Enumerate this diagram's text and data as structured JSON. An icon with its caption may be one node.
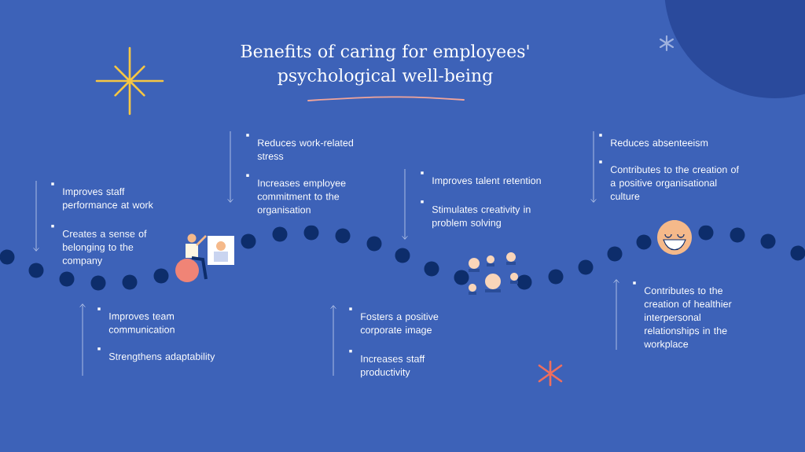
{
  "diagram": {
    "title": "Benefits of caring for employees' psychological well-being",
    "nodes": [
      {
        "text": [
          "Improves staff performance at work",
          "Creates a sense of belonging to the company"
        ]
      },
      {
        "text": [
          "Improves team communication",
          "Strengthens adaptability"
        ]
      },
      {
        "text": [
          "Reduces work-related stress",
          "Increases employee commitment to the organisation"
        ]
      },
      {
        "text": [
          "Fosters a positive corporate image",
          "Increases staff productivity"
        ]
      },
      {
        "text": [
          "Improves talent retention",
          "Stimulates creativity in problem solving"
        ]
      },
      {
        "text": [
          "Reduces absenteeism",
          "Contributes to the creation of a positive organisational culture"
        ]
      },
      {
        "text": [
          "Contributes to the creation of healthier interpersonal relationships in the workplace"
        ]
      }
    ],
    "edges": [
      {
        "from": null,
        "to": 0,
        "arrow": "to"
      },
      {
        "from": null,
        "to": 1,
        "arrow": "to"
      },
      {
        "from": null,
        "to": 2,
        "arrow": "to"
      },
      {
        "from": null,
        "to": 3,
        "arrow": "to"
      },
      {
        "from": null,
        "to": 4,
        "arrow": "to"
      },
      {
        "from": null,
        "to": 5,
        "arrow": "to"
      },
      {
        "from": null,
        "to": 6,
        "arrow": "to"
      }
    ]
  }
}
